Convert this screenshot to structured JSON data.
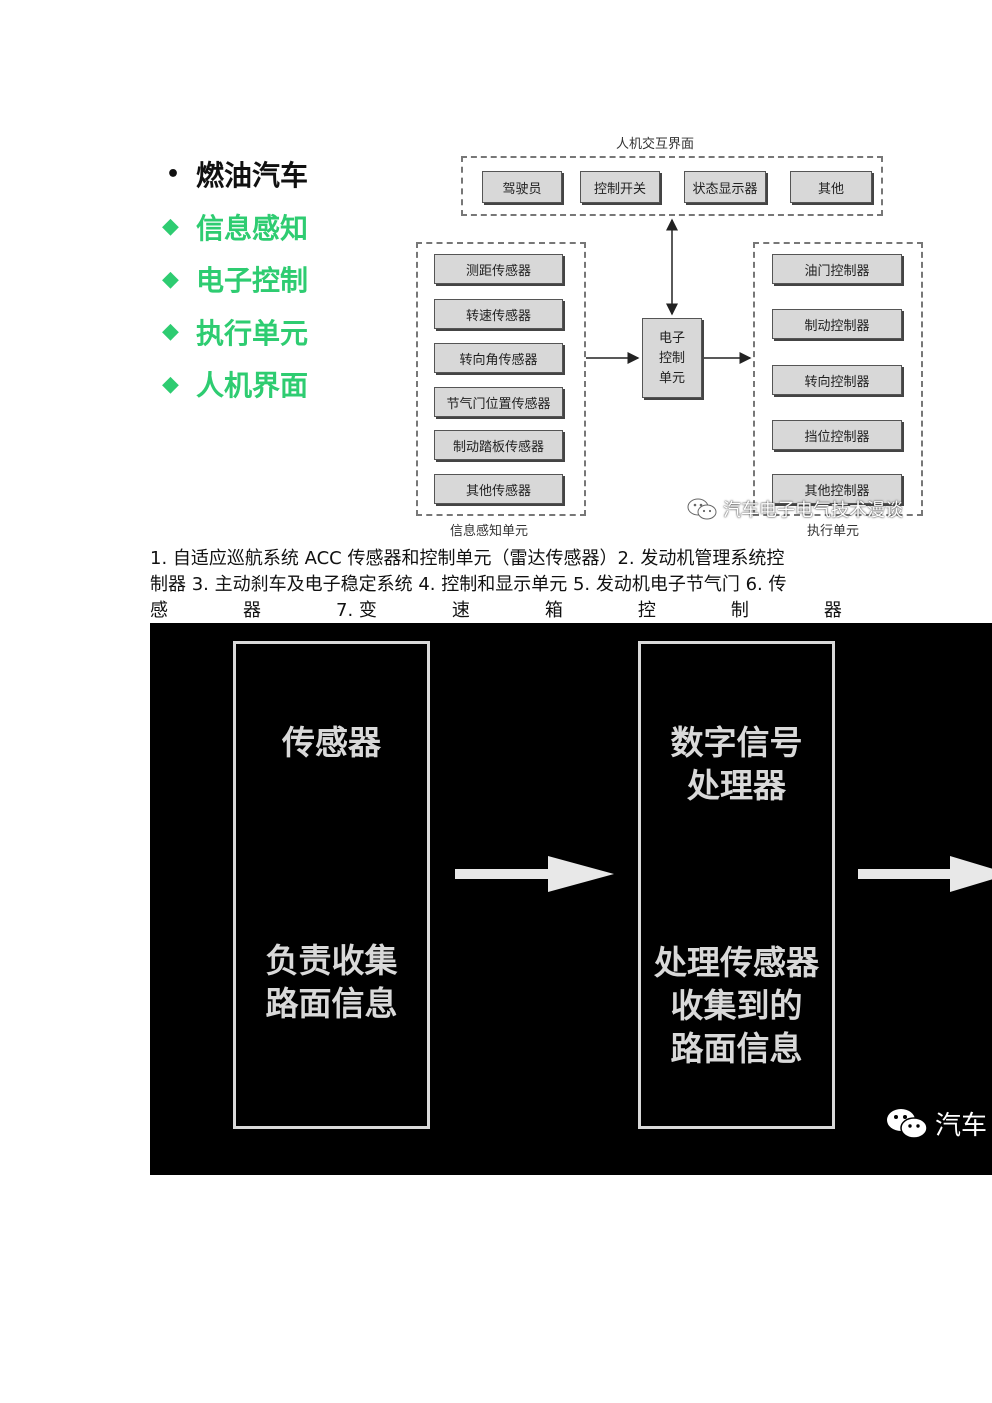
{
  "diagram1": {
    "bullets": [
      {
        "marker": "•",
        "text": "燃油汽车"
      },
      {
        "marker": "◆",
        "text": "信息感知"
      },
      {
        "marker": "◆",
        "text": "电子控制"
      },
      {
        "marker": "◆",
        "text": "执行单元"
      },
      {
        "marker": "◆",
        "text": "人机界面"
      }
    ],
    "hmi_title": "人机交互界面",
    "hmi_items": [
      "驾驶员",
      "控制开关",
      "状态显示器",
      "其他"
    ],
    "sensors": [
      "测距传感器",
      "转速传感器",
      "转向角传感器",
      "节气门位置传感器",
      "制动踏板传感器",
      "其他传感器"
    ],
    "sensor_caption": "信息感知单元",
    "ecu_label": [
      "电子",
      "控制",
      "单元"
    ],
    "actuators": [
      "油门控制器",
      "制动控制器",
      "转向控制器",
      "挡位控制器",
      "其他控制器"
    ],
    "actuator_caption": "执行单元",
    "watermark": "汽车电子电气技术漫谈"
  },
  "paragraph": {
    "line1": "1. 自适应巡航系统 ACC 传感器和控制单元（雷达传感器）2. 发动机管理系统控",
    "line2": "制器 3. 主动刹车及电子稳定系统 4. 控制和显示单元 5. 发动机电子节气门 6. 传",
    "line3": [
      "感",
      "器",
      "7. 变",
      "速",
      "箱",
      "控",
      "制",
      "器"
    ]
  },
  "diagram2": {
    "box1_title": [
      "传感器"
    ],
    "box1_desc": [
      "负责收集",
      "路面信息"
    ],
    "box2_title": [
      "数字信号",
      "处理器"
    ],
    "box2_desc": [
      "处理传感器",
      "收集到的",
      "路面信息"
    ],
    "watermark": "汽车"
  },
  "colors": {
    "green": "#2ecc71",
    "box_fill": "#d8d8d8",
    "dark_bg": "#000000",
    "dark_fg": "#d9d9d9"
  }
}
